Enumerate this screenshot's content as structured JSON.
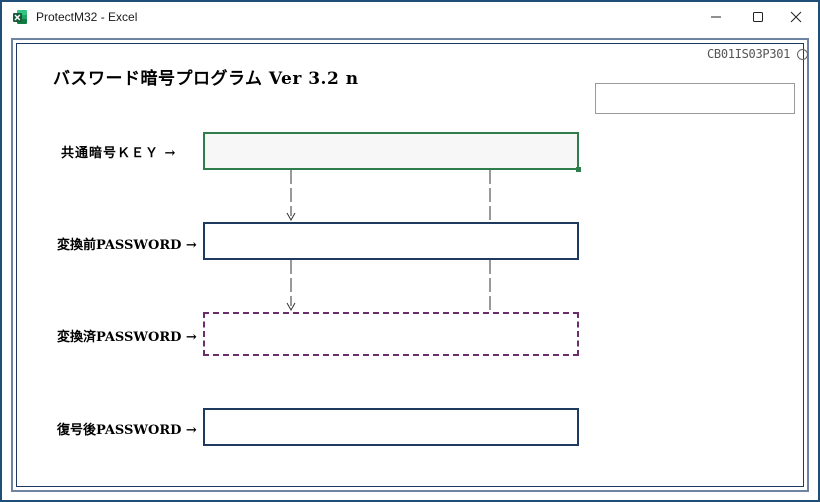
{
  "window": {
    "title": "ProtectM32 - Excel",
    "app_icon": "excel-icon",
    "controls": [
      "minimize-icon",
      "maximize-icon",
      "close-icon"
    ]
  },
  "form": {
    "code": "CB01IS03P301",
    "title": "バスワード暗号プログラム Ver 3.2 n",
    "top_right_box": ""
  },
  "rows": [
    {
      "label": "共通暗号ＫＥＹ →",
      "value": ""
    },
    {
      "label": "変換前PASSWORD →",
      "value": ""
    },
    {
      "label": "変換済PASSWORD →",
      "value": ""
    },
    {
      "label": "復号後PASSWORD →",
      "value": ""
    }
  ],
  "colors": {
    "window_border": "#1f4e79",
    "active_field_border": "#2e7d4a",
    "field_border": "#1f3a5f",
    "result_field_border": "#6b2d6b"
  }
}
